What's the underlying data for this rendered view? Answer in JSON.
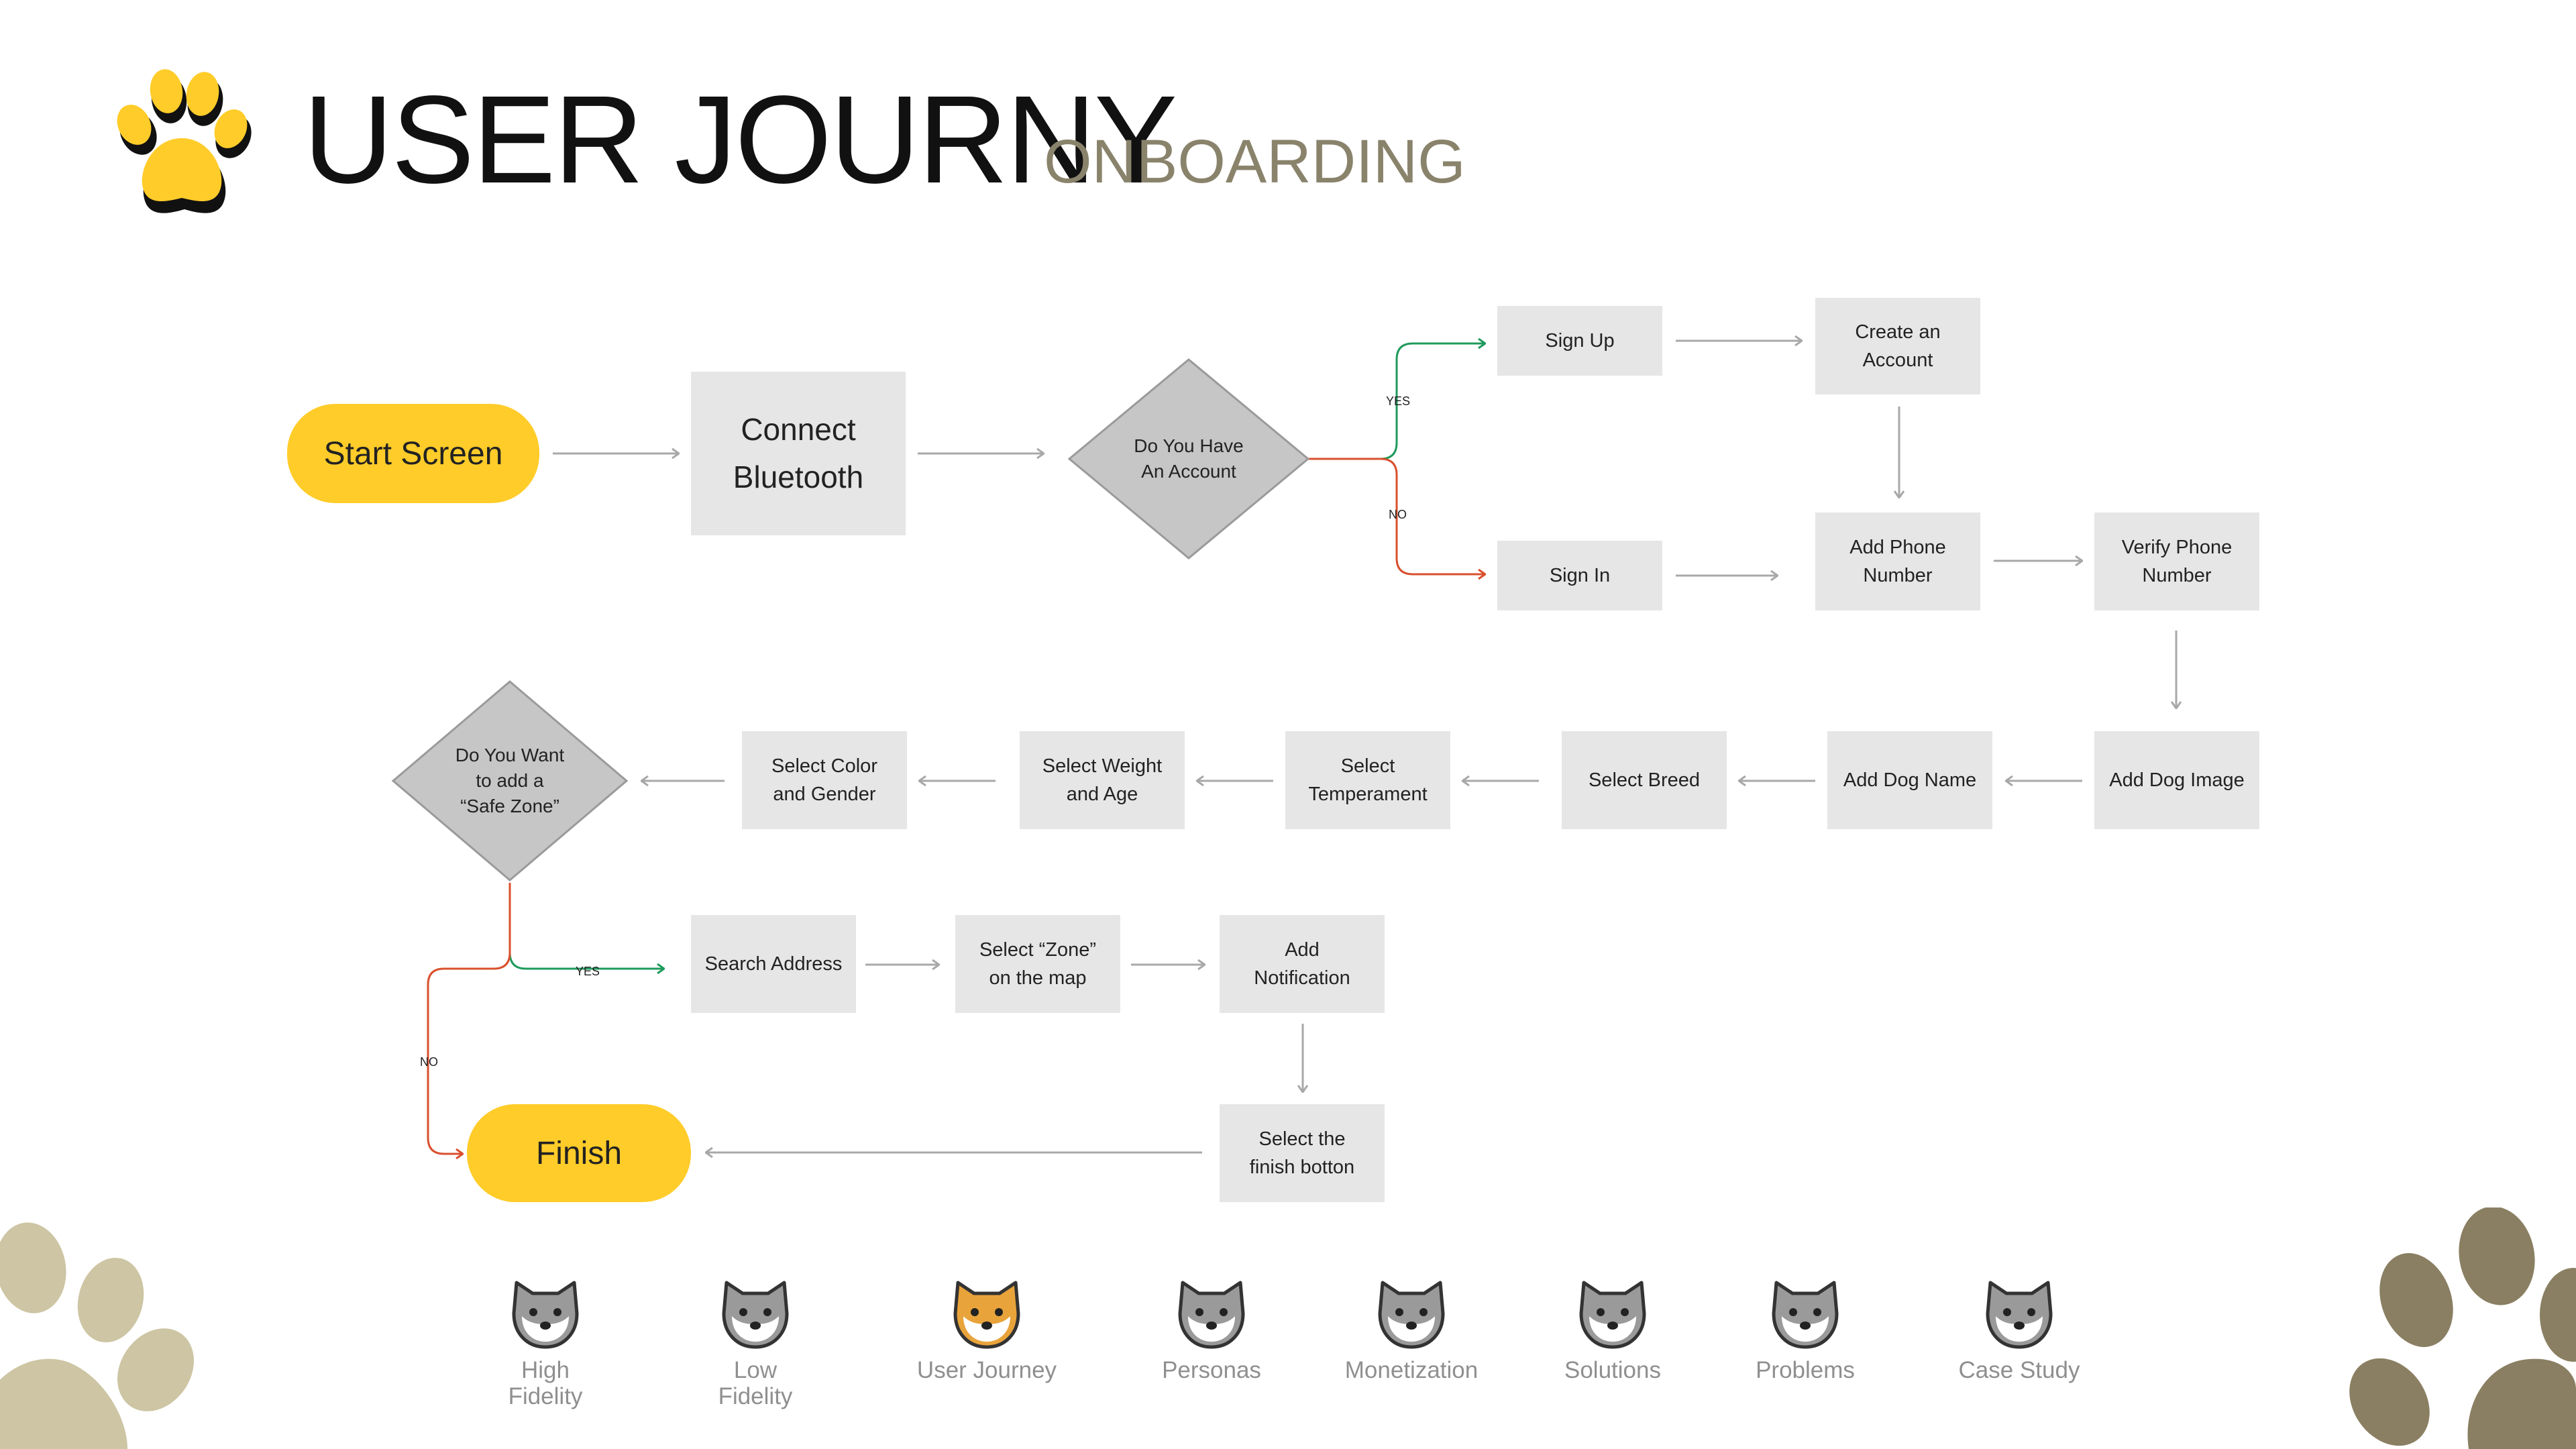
{
  "header": {
    "title": "USER JOURNY",
    "subtitle": "ONBOARDING",
    "logo": "paw-icon"
  },
  "colors": {
    "accent": "#ffcc29",
    "node": "#e6e6e6",
    "decision": "#c6c6c6",
    "yes": "#1f9a5c",
    "no": "#d9502e",
    "arrow": "#a8a8a8",
    "subtitle": "#8a836c",
    "paw_light": "#cdc5a3",
    "paw_dark": "#8a7f62"
  },
  "flow": {
    "start": "Start Screen",
    "connect": "Connect\nBluetooth",
    "decision_account": "Do You Have\nAn Account",
    "yes_label": "YES",
    "no_label": "NO",
    "sign_up": "Sign Up",
    "create_account": "Create an\nAccount",
    "sign_in": "Sign In",
    "add_phone": "Add Phone\nNumber",
    "verify_phone": "Verify Phone\nNumber",
    "add_dog_image": "Add Dog Image",
    "add_dog_name": "Add Dog Name",
    "select_breed": "Select Breed",
    "select_temperament": "Select\nTemperament",
    "select_weight": "Select Weight\nand Age",
    "select_color": "Select Color\nand Gender",
    "decision_zone": "Do You Want\nto add a\n“Safe Zone”",
    "zone_yes_label": "YES",
    "zone_no_label": "NO",
    "search_address": "Search Address",
    "select_zone": "Select “Zone”\non the map",
    "add_notification": "Add\nNotification",
    "select_finish": "Select the\nfinish botton",
    "finish": "Finish"
  },
  "nav": [
    {
      "label": "High\nFidelity",
      "icon": "dog-face-icon",
      "active": false
    },
    {
      "label": "Low\nFidelity",
      "icon": "dog-face-icon",
      "active": false
    },
    {
      "label": "User Journey",
      "icon": "dog-face-icon",
      "active": true
    },
    {
      "label": "Personas",
      "icon": "dog-face-icon",
      "active": false
    },
    {
      "label": "Monetization",
      "icon": "dog-face-icon",
      "active": false
    },
    {
      "label": "Solutions",
      "icon": "dog-face-icon",
      "active": false
    },
    {
      "label": "Problems",
      "icon": "dog-face-icon",
      "active": false
    },
    {
      "label": "Case Study",
      "icon": "dog-face-icon",
      "active": false
    }
  ]
}
